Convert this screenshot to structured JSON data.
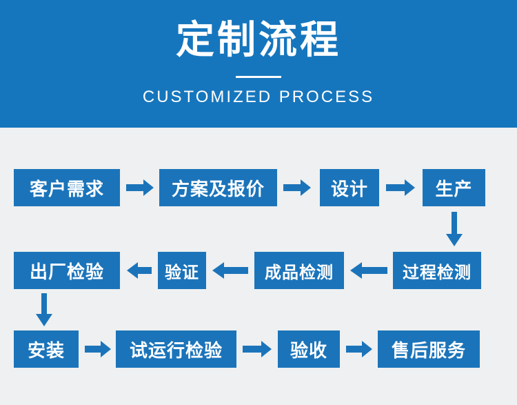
{
  "header": {
    "title": "定制流程",
    "subtitle": "CUSTOMIZED PROCESS",
    "background_color": "#1676bd",
    "text_color": "#ffffff"
  },
  "theme": {
    "page_background": "#eef0f1",
    "node_color": "#1b74ba",
    "arrow_color": "#1b74ba",
    "node_text_color": "#ffffff"
  },
  "flow": {
    "nodes": [
      {
        "id": "n1",
        "label": "客户需求",
        "row": 1
      },
      {
        "id": "n2",
        "label": "方案及报价",
        "row": 1
      },
      {
        "id": "n3",
        "label": "设计",
        "row": 1
      },
      {
        "id": "n4",
        "label": "生产",
        "row": 1
      },
      {
        "id": "n5",
        "label": "过程检测",
        "row": 2
      },
      {
        "id": "n6",
        "label": "成品检测",
        "row": 2
      },
      {
        "id": "n7",
        "label": "验证",
        "row": 2
      },
      {
        "id": "n8",
        "label": "出厂检验",
        "row": 2
      },
      {
        "id": "n9",
        "label": "安装",
        "row": 3
      },
      {
        "id": "n10",
        "label": "试运行检验",
        "row": 3
      },
      {
        "id": "n11",
        "label": "验收",
        "row": 3
      },
      {
        "id": "n12",
        "label": "售后服务",
        "row": 3
      }
    ],
    "arrows": [
      {
        "id": "a1",
        "from": "n1",
        "to": "n2",
        "direction": "right"
      },
      {
        "id": "a2",
        "from": "n2",
        "to": "n3",
        "direction": "right"
      },
      {
        "id": "a3",
        "from": "n3",
        "to": "n4",
        "direction": "right"
      },
      {
        "id": "a4",
        "from": "n4",
        "to": "n5",
        "direction": "down"
      },
      {
        "id": "a5",
        "from": "n5",
        "to": "n6",
        "direction": "left"
      },
      {
        "id": "a6",
        "from": "n6",
        "to": "n7",
        "direction": "left"
      },
      {
        "id": "a7",
        "from": "n7",
        "to": "n8",
        "direction": "left"
      },
      {
        "id": "a8",
        "from": "n8",
        "to": "n9",
        "direction": "down"
      },
      {
        "id": "a9",
        "from": "n9",
        "to": "n10",
        "direction": "right"
      },
      {
        "id": "a10",
        "from": "n10",
        "to": "n11",
        "direction": "right"
      },
      {
        "id": "a11",
        "from": "n11",
        "to": "n12",
        "direction": "right"
      }
    ]
  }
}
